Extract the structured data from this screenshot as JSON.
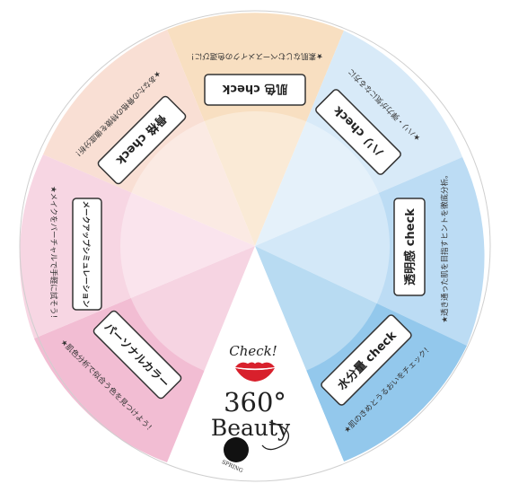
{
  "wheel": {
    "colors": {
      "orange": "#f8dfc1",
      "blue_light": "#d6e9f8",
      "blue_mid": "#b8daf4",
      "blue_deep": "#8fc6ec",
      "pink_deep": "#f0b9d0",
      "pink_light": "#f6d4e2",
      "orange_pink": "#f7dccd",
      "white": "#ffffff",
      "box_border": "#333333",
      "lips": "#d8202c"
    },
    "segments": [
      {
        "id": "skin-color",
        "label": "肌色 check",
        "desc": "★素肌なじむベースメイクの色選びに！"
      },
      {
        "id": "firmness",
        "label": "ハリ check",
        "desc": "★ハリ・弾力が気になる方に"
      },
      {
        "id": "clarity",
        "label": "透明感 check",
        "desc": "★透き通った肌を目指すヒントを徹底分析。"
      },
      {
        "id": "moisture",
        "label": "水分量 check",
        "desc": "★肌のきめとうるおいをチェック！"
      },
      {
        "id": "personal-color",
        "label": "パーソナルカラー",
        "desc": "★肌色分析で似合う色を見つけよう！"
      },
      {
        "id": "makeup-sim",
        "label": "メークアップシミュレーション",
        "desc": "★メイクをバーチャルで手軽に試そう！"
      },
      {
        "id": "bone",
        "label": "骨格 check",
        "desc": "★あなたの骨格の特徴を徹底分析！"
      }
    ],
    "logo": {
      "check": "Check!",
      "number": "360°",
      "word": "Beauty",
      "sub": "SPRING",
      "lips_icon": "lips-icon"
    }
  }
}
